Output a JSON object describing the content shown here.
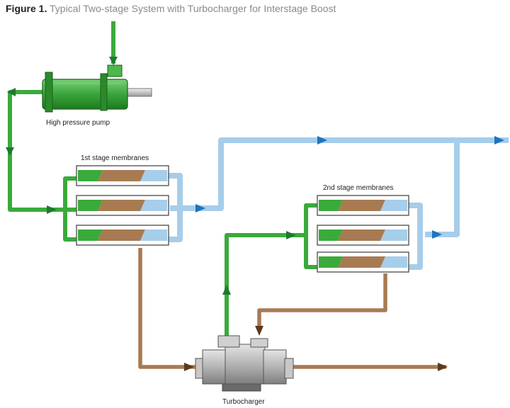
{
  "title": {
    "figure_label": "Figure 1.",
    "text": "Typical Two-stage System with Turbocharger for Interstage Boost"
  },
  "labels": {
    "pump": "High pressure pump",
    "stage1": "1st stage membranes",
    "stage2": "2nd stage membranes",
    "turbocharger": "Turbocharger"
  },
  "colors": {
    "feed_green": "#3aaa3a",
    "permeate_blue": "#a6cdea",
    "brine_brown": "#a87a52",
    "arrow_blue": "#1e73be",
    "arrow_green": "#1e7a2e",
    "arrow_brown": "#5a3a1e",
    "pump_body": "#4cb84c",
    "turbo_body": "#b9b9b9"
  }
}
